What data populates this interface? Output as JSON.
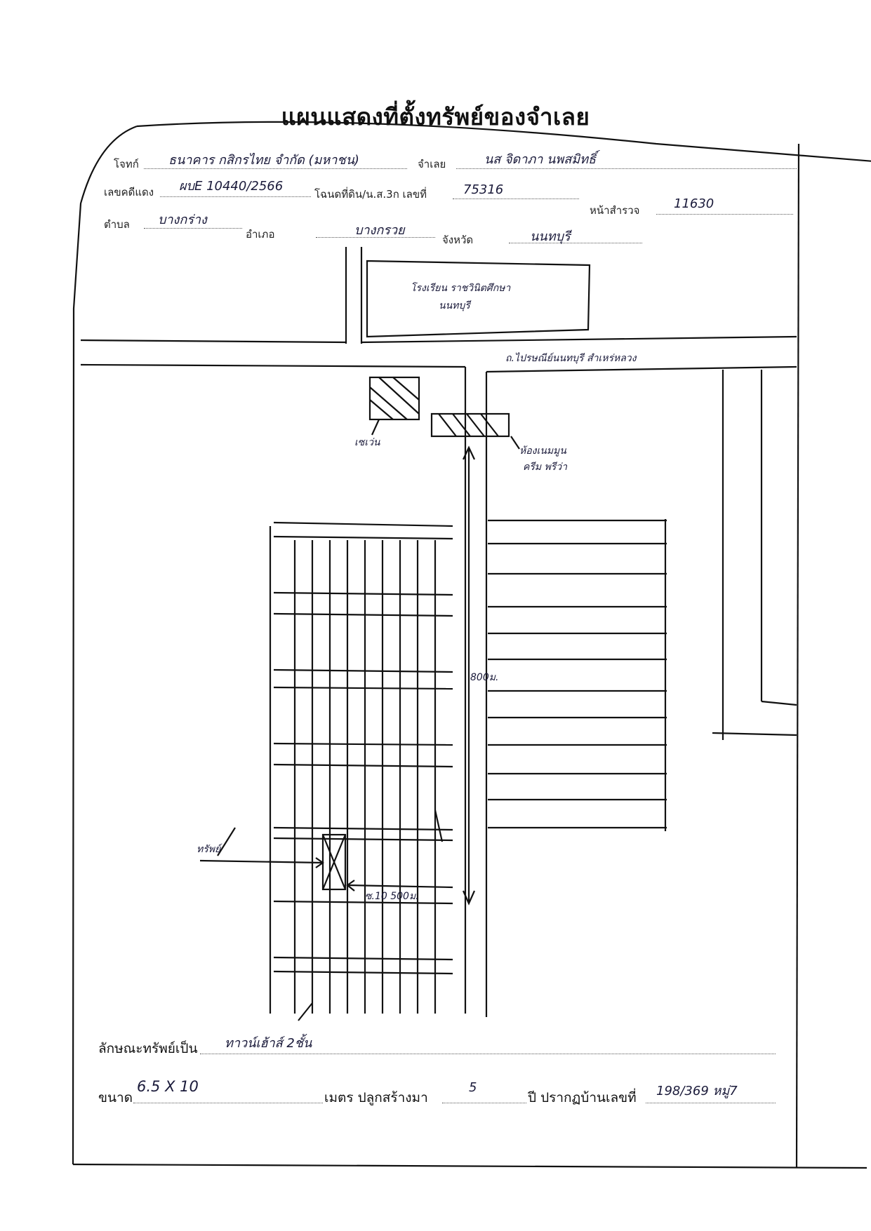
{
  "title": "แผนแสดงที่ตั้งทรัพย์ของจำเลย",
  "header": {
    "plaintiff_label": "โจทก์",
    "plaintiff_value": "ธนาคาร กสิกรไทย จำกัด (มหาชน)",
    "defendant_label": "จำเลย",
    "defendant_value": "นส จิดาภา นพสมิทธิ์",
    "case_no_label": "เลขคดีแดง",
    "case_no_value": "ผบE 10440/2566",
    "deed_label": "โฉนดที่ดิน/น.ส.3ก เลขที่",
    "deed_value": "75316",
    "survey_label": "หน้าสำรวจ",
    "survey_value": "11630",
    "subdistrict_label": "ตำบล",
    "subdistrict_value": "บางกร่าง",
    "district_label": "อำเภอ",
    "district_value": "บางกรวย",
    "province_label": "จังหวัด",
    "province_value": "นนทบุรี"
  },
  "map": {
    "school_label_line1": "โรงเรียน ราชวินิตศึกษา",
    "school_label_line2": "นนทบุรี",
    "road_label": "ถ.ไปรษณีย์นนทบุรี สำเหร่หลวง",
    "landmark_left": "เซเว่น",
    "landmark_right_line1": "ห้องเนมมูน",
    "landmark_right_line2": "ครีม พรีว่า",
    "distance_main": "800ม.",
    "distance_secondary": "ซ.10 500ม.",
    "property_marker": "ทรัพย์"
  },
  "footer": {
    "type_label": "ลักษณะทรัพย์เป็น",
    "type_value": "ทาวน์เฮ้าส์ 2ชั้น",
    "size_label": "ขนาด",
    "size_value": "6.5 X 10",
    "size_unit": "เมตร ปลูกสร้างมา",
    "age_value": "5",
    "age_unit": "ปี ปรากฏบ้านเลขที่",
    "house_no_value": "198/369 หมู่7"
  }
}
